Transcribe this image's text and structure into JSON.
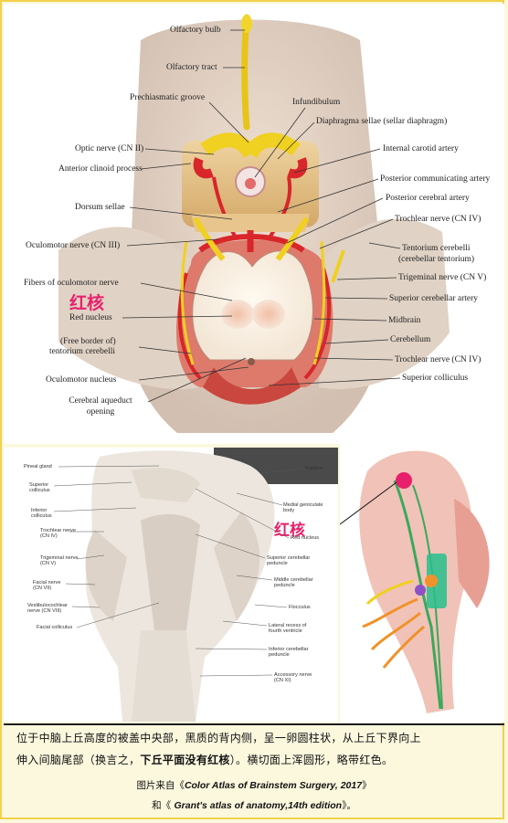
{
  "top_labels": {
    "olfactory_bulb": "Olfactory bulb",
    "olfactory_tract": "Olfactory tract",
    "prechiasmatic_groove": "Prechiasmatic groove",
    "infundibulum": "Infundibulum",
    "diaphragma_sellae": "Diaphragma sellae (sellar diaphragm)",
    "optic_nerve": "Optic nerve (CN II)",
    "internal_carotid": "Internal carotid artery",
    "anterior_clinoid": "Anterior clinoid process",
    "posterior_communicating": "Posterior communicating artery",
    "dorsum_sellae": "Dorsum sellae",
    "posterior_cerebral": "Posterior cerebral artery",
    "trochlear_nerve": "Trochlear nerve (CN IV)",
    "oculomotor_nerve": "Oculomotor nerve (CN III)",
    "tentorium_1": "Tentorium cerebelli",
    "tentorium_2": "(cerebellar tentorium)",
    "fibers_oculomotor": "Fibers of oculomotor nerve",
    "trigeminal_nerve": "Trigeminal nerve (CN V)",
    "red_nucleus_cn": "红核",
    "superior_cerebellar": "Superior cerebellar artery",
    "red_nucleus": "Red nucleus",
    "midbrain": "Midbrain",
    "free_border_1": "(Free border of)",
    "free_border_2": "tentorium cerebelli",
    "cerebellum": "Cerebellum",
    "trochlear_nerve_2": "Trochlear nerve (CN IV)",
    "oculomotor_nucleus": "Oculomotor nucleus",
    "superior_colliculus": "Superior colliculus",
    "aqueduct_1": "Cerebral aqueduct",
    "aqueduct_2": "opening"
  },
  "photo_labels": {
    "pineal": "Pineal gland",
    "sup_coll_1": "Superior",
    "sup_coll_2": "colliculus",
    "inf_coll_1": "Inferior",
    "inf_coll_2": "colliculus",
    "troch_1": "Trochlear nerve",
    "troch_2": "(CN IV)",
    "trig_1": "Trigeminal nerve",
    "trig_2": "(CN V)",
    "facial_1": "Facial nerve",
    "facial_2": "(CN VII)",
    "vestib_1": "Vestibulocochlear",
    "vestib_2": "nerve (CN VIII)",
    "facial_coll": "Facial colliculus",
    "pulvinar": "Pulvinar",
    "mgb_1": "Medial geniculate",
    "mgb_2": "body",
    "red_nucleus": "Red nucleus",
    "scp_1": "Superior cerebellar",
    "scp_2": "peduncle",
    "mcp_1": "Middle cerebellar",
    "mcp_2": "peduncle",
    "flocculus": "Flocculus",
    "lat_recess_1": "Lateral recess of",
    "lat_recess_2": "fourth ventricle",
    "icp_1": "Inferior cerebellar",
    "icp_2": "peduncle",
    "accessory_1": "Accessory nerve",
    "accessory_2": "(CN XI)",
    "red_nucleus_cn": "红核"
  },
  "description": {
    "line1": "位于中脑上丘高度的被盖中央部，黑质的背内侧，呈一卵圆柱状，从上丘下界向上",
    "line2_a": "伸入间脑尾部（换言之，",
    "line2_b": "下丘平面没有红核",
    "line2_c": "）。横切面上浑圆形，略带红色。"
  },
  "source": {
    "line1_prefix": "图片来自《",
    "line1_title": "Color Atlas of Brainstem Surgery, 2017",
    "line1_suffix": "》",
    "line2_prefix": "和《 ",
    "line2_title": "Grant's atlas of anatomy,14th edition",
    "line2_suffix": "》。"
  },
  "colors": {
    "accent_pink": "#e8206b",
    "nerve_yellow": "#f0d020",
    "artery_red": "#d8262a",
    "page_bg": "#fbf8de",
    "frame": "#f3d14a"
  }
}
